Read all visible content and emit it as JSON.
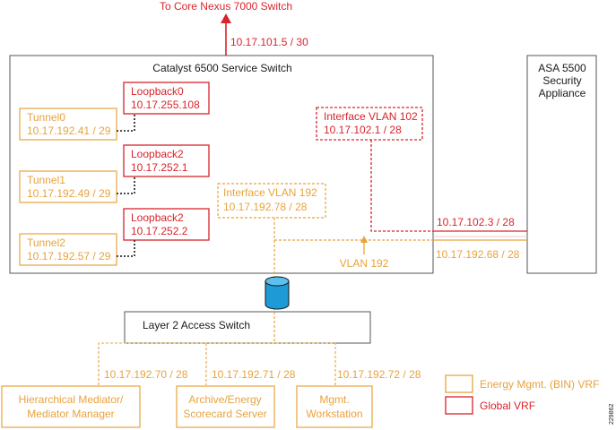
{
  "diagram": {
    "top_link": {
      "label": "To Core Nexus 7000 Switch",
      "ip": "10.17.101.5 / 30"
    },
    "catalyst": {
      "title": "Catalyst 6500 Service Switch"
    },
    "asa": {
      "line1": "ASA 5500",
      "line2": "Security",
      "line3": "Appliance"
    },
    "loopbacks": [
      {
        "name": "Loopback0",
        "ip": "10.17.255.108"
      },
      {
        "name": "Loopback2",
        "ip": "10.17.252.1"
      },
      {
        "name": "Loopback2",
        "ip": "10.17.252.2"
      }
    ],
    "tunnels": [
      {
        "name": "Tunnel0",
        "ip": "10.17.192.41 / 29"
      },
      {
        "name": "Tunnel1",
        "ip": "10.17.192.49 / 29"
      },
      {
        "name": "Tunnel2",
        "ip": "10.17.192.57 / 29"
      }
    ],
    "vlan102": {
      "name": "Interface VLAN 102",
      "ip": "10.17.102.1 / 28"
    },
    "vlan192": {
      "name": "Interface  VLAN 192",
      "ip": "10.17.192.78 / 28"
    },
    "asa_links": {
      "global_ip": "10.17.102.3 / 28",
      "bin_ip": "10.17.192.68 / 28",
      "vlan_label": "VLAN 192"
    },
    "access_switch": {
      "title": "Layer 2 Access Switch"
    },
    "hosts": [
      {
        "line1": "Hierarchical Mediator/",
        "line2": "Mediator Manager",
        "ip": "10.17.192.70 / 28"
      },
      {
        "line1": "Archive/Energy",
        "line2": "Scorecard Server",
        "ip": "10.17.192.71 / 28"
      },
      {
        "line1": "Mgmt.",
        "line2": "Workstation",
        "ip": "10.17.192.72 / 28"
      }
    ],
    "legend": {
      "bin": "Energy Mgmt. (BIN) VRF",
      "global": "Global VRF"
    },
    "figure_id": "229862",
    "colors": {
      "global": "#d9242b",
      "bin": "#e8a33d",
      "switch_cylinder": "#1e9ad6"
    }
  }
}
